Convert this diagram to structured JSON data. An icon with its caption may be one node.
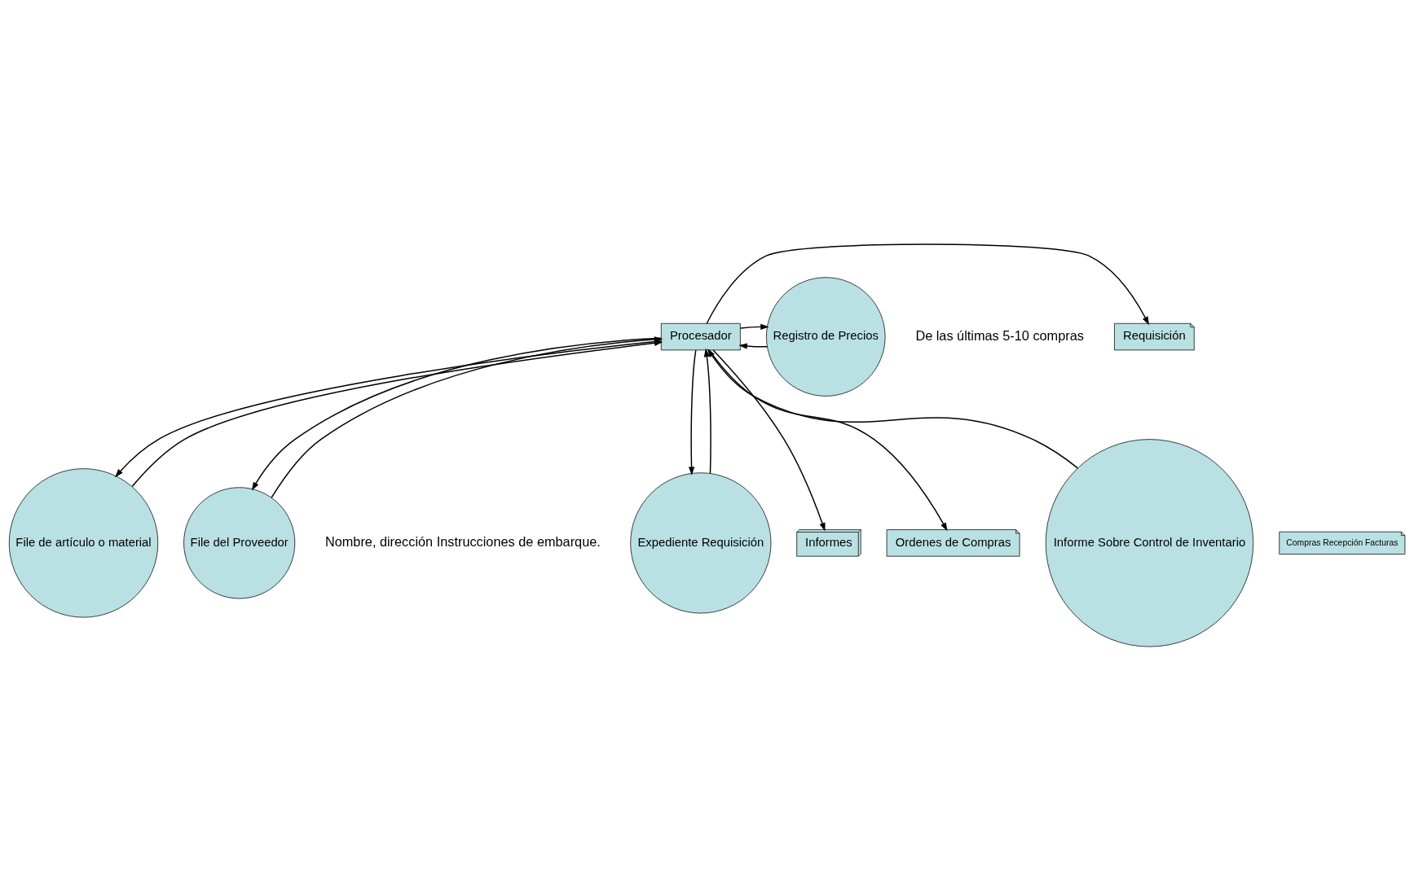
{
  "diagram": {
    "nodes": [
      {
        "text": [
          "Procesador"
        ]
      },
      {
        "text": [
          "Compras Recepción Facturas"
        ]
      },
      {
        "text": [
          "Informe Sobre Control de Inventario"
        ]
      },
      {
        "text": [
          "File de artículo o material"
        ]
      },
      {
        "text": [
          "File del Proveedor"
        ],
        "beside": [
          "Nombre, dirección Instrucciones de embarque."
        ]
      },
      {
        "text": [
          "Requisición"
        ]
      },
      {
        "text": [
          "Registro de Precios"
        ],
        "beside": [
          "De las últimas 5-10 compras"
        ]
      },
      {
        "text": [
          "Expediente Requisición"
        ]
      },
      {
        "text": [
          "Informes"
        ]
      },
      {
        "text": [
          "Ordenes de Compras"
        ]
      }
    ],
    "edges": [
      {
        "from": 3,
        "to": 0,
        "arrow": "to"
      },
      {
        "from": 0,
        "to": 3,
        "arrow": "to"
      },
      {
        "from": 2,
        "to": 0,
        "arrow": "to"
      },
      {
        "from": 4,
        "to": 0,
        "arrow": "to"
      },
      {
        "from": 0,
        "to": 4,
        "arrow": "to"
      },
      {
        "from": 6,
        "to": 0,
        "arrow": "to"
      },
      {
        "from": 0,
        "to": 6,
        "arrow": "to"
      },
      {
        "from": 0,
        "to": 5,
        "arrow": "to"
      },
      {
        "from": 7,
        "to": 0,
        "arrow": "to"
      },
      {
        "from": 0,
        "to": 7,
        "arrow": "to"
      },
      {
        "from": 0,
        "to": 8,
        "arrow": "to"
      },
      {
        "from": 0,
        "to": 9,
        "arrow": "to"
      }
    ]
  }
}
